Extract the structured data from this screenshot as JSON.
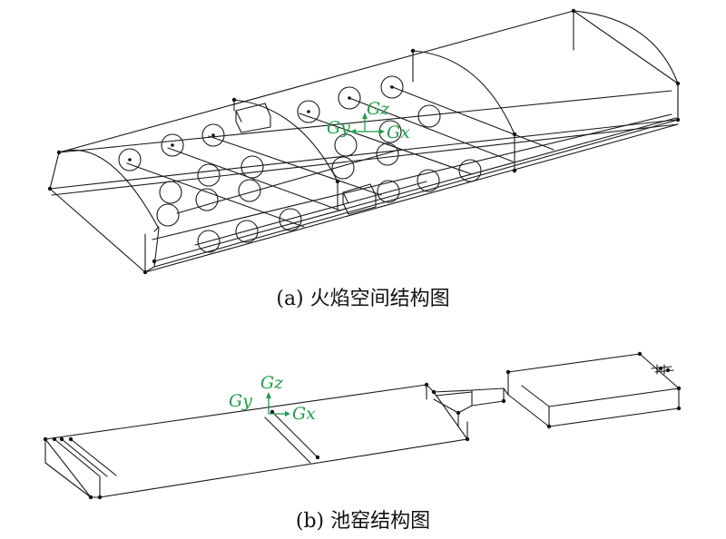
{
  "figure_a": {
    "caption": "(a) 火焰空间结构图",
    "axis_labels": {
      "z": "Gz",
      "y": "Gy",
      "x": "Gx"
    }
  },
  "figure_b": {
    "caption": "(b) 池窑结构图",
    "axis_labels": {
      "z": "Gz",
      "y": "Gy",
      "x": "Gx"
    }
  },
  "colors": {
    "wireframe": "#1a1a1a",
    "axes": "#1f9e48",
    "background": "#ffffff"
  }
}
